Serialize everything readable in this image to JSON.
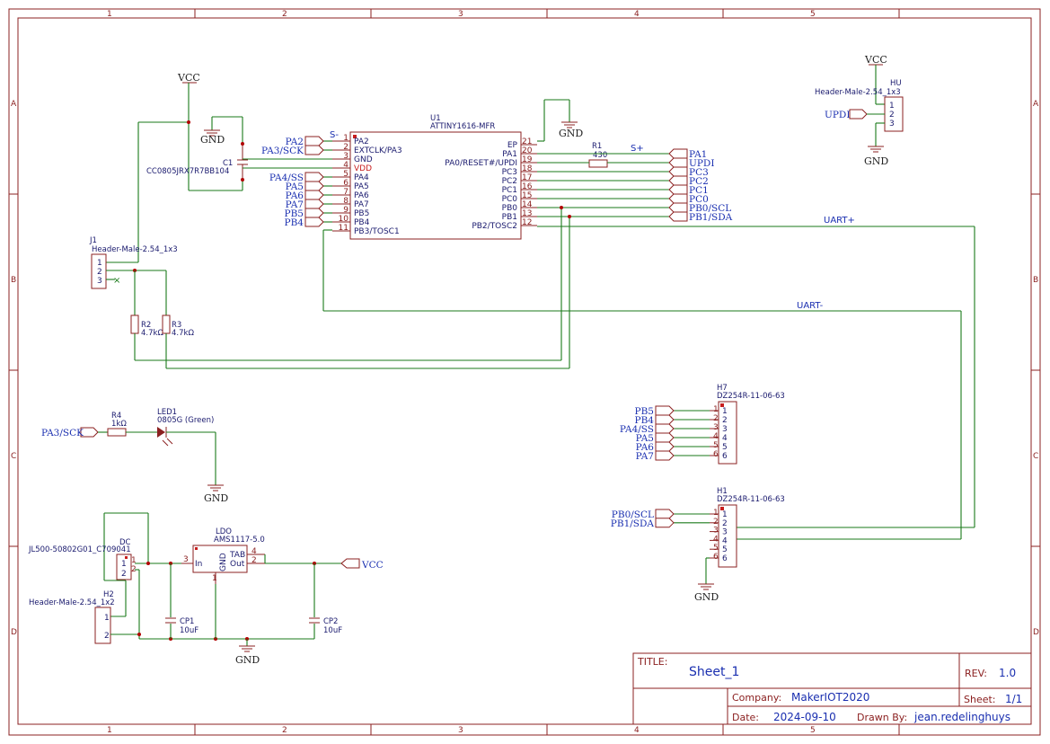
{
  "frame": {
    "columns": [
      "1",
      "2",
      "3",
      "4",
      "5"
    ],
    "rows": [
      "A",
      "B",
      "C",
      "D"
    ]
  },
  "title_block": {
    "title_label": "TITLE:",
    "title_value": "Sheet_1",
    "rev_label": "REV:",
    "rev_value": "1.0",
    "company_label": "Company:",
    "company_value": "MakerIOT2020",
    "sheet_label": "Sheet:",
    "sheet_value": "1/1",
    "date_label": "Date:",
    "date_value": "2024-09-10",
    "drawn_label": "Drawn By:",
    "drawn_value": "jean.redelinghuys"
  },
  "power": {
    "vcc": "VCC",
    "gnd": "GND"
  },
  "u1": {
    "ref": "U1",
    "value": "ATTINY1616-MFR",
    "left_pins": [
      {
        "num": "1",
        "name": "PA2",
        "net": "PA2"
      },
      {
        "num": "2",
        "name": "EXTCLK/PA3",
        "net": "PA3/SCK"
      },
      {
        "num": "3",
        "name": "GND",
        "net": ""
      },
      {
        "num": "4",
        "name": "VDD",
        "net": ""
      },
      {
        "num": "5",
        "name": "PA4",
        "net": "PA4/SS"
      },
      {
        "num": "6",
        "name": "PA5",
        "net": "PA5"
      },
      {
        "num": "7",
        "name": "PA6",
        "net": "PA6"
      },
      {
        "num": "8",
        "name": "PA7",
        "net": "PA7"
      },
      {
        "num": "9",
        "name": "PB5",
        "net": "PB5"
      },
      {
        "num": "10",
        "name": "PB4",
        "net": "PB4"
      },
      {
        "num": "11",
        "name": "PB3/TOSC1",
        "net": ""
      }
    ],
    "right_pins": [
      {
        "num": "21",
        "name": "EP",
        "net": ""
      },
      {
        "num": "20",
        "name": "PA1",
        "net": "PA1"
      },
      {
        "num": "19",
        "name": "PA0/RESET#/UPDI",
        "net": "UPDI"
      },
      {
        "num": "18",
        "name": "PC3",
        "net": "PC3"
      },
      {
        "num": "17",
        "name": "PC2",
        "net": "PC2"
      },
      {
        "num": "16",
        "name": "PC1",
        "net": "PC1"
      },
      {
        "num": "15",
        "name": "PC0",
        "net": "PC0"
      },
      {
        "num": "14",
        "name": "PB0",
        "net": "PB0/SCL"
      },
      {
        "num": "13",
        "name": "PB1",
        "net": "PB1/SDA"
      },
      {
        "num": "12",
        "name": "PB2/TOSC2",
        "net": ""
      }
    ]
  },
  "labels": {
    "s_minus": "S-",
    "s_plus": "S+",
    "uart_plus": "UART+",
    "uart_minus": "UART-"
  },
  "c1": {
    "ref": "C1",
    "value": "CC0805JRX7R7BB104"
  },
  "r1": {
    "ref": "R1",
    "value": "430"
  },
  "r2": {
    "ref": "R2",
    "value": "4.7kΩ"
  },
  "r3": {
    "ref": "R3",
    "value": "4.7kΩ"
  },
  "r4": {
    "ref": "R4",
    "value": "1kΩ"
  },
  "led1": {
    "ref": "LED1",
    "value": "0805G (Green)"
  },
  "j1": {
    "ref": "J1",
    "value": "Header-Male-2.54_1x3",
    "pins": [
      "1",
      "2",
      "3"
    ]
  },
  "hu": {
    "ref": "HU",
    "value": "Header-Male-2.54_1x3",
    "pins": [
      "1",
      "2",
      "3"
    ],
    "net": "UPDI"
  },
  "h7": {
    "ref": "H7",
    "value": "DZ254R-11-06-63",
    "pins": [
      "1",
      "2",
      "3",
      "4",
      "5",
      "6"
    ],
    "nets": [
      "PB5",
      "PB4",
      "PA4/SS",
      "PA5",
      "PA6",
      "PA7"
    ]
  },
  "h1": {
    "ref": "H1",
    "value": "DZ254R-11-06-63",
    "pins": [
      "1",
      "2",
      "3",
      "4",
      "5",
      "6"
    ],
    "nets": [
      "PB0/SCL",
      "PB1/SDA"
    ]
  },
  "dc": {
    "ref": "DC",
    "value": "JL500-50802G01_C709041",
    "pins": [
      "1",
      "2"
    ]
  },
  "h2": {
    "ref": "H2",
    "value": "Header-Male-2.54_1x2",
    "pins": [
      "1",
      "2"
    ]
  },
  "ldo": {
    "ref": "LDO",
    "value": "AMS1117-5.0",
    "pin_in": "In",
    "pin_gnd": "GND",
    "pin_tab": "TAB",
    "pin_out": "Out",
    "n_in": "3",
    "n_gnd": "1",
    "n_tab": "4",
    "n_out": "2"
  },
  "cp1": {
    "ref": "CP1",
    "value": "10uF"
  },
  "cp2": {
    "ref": "CP2",
    "value": "10uF"
  },
  "led_net": "PA3/SCK",
  "ldo_out_net": "VCC"
}
